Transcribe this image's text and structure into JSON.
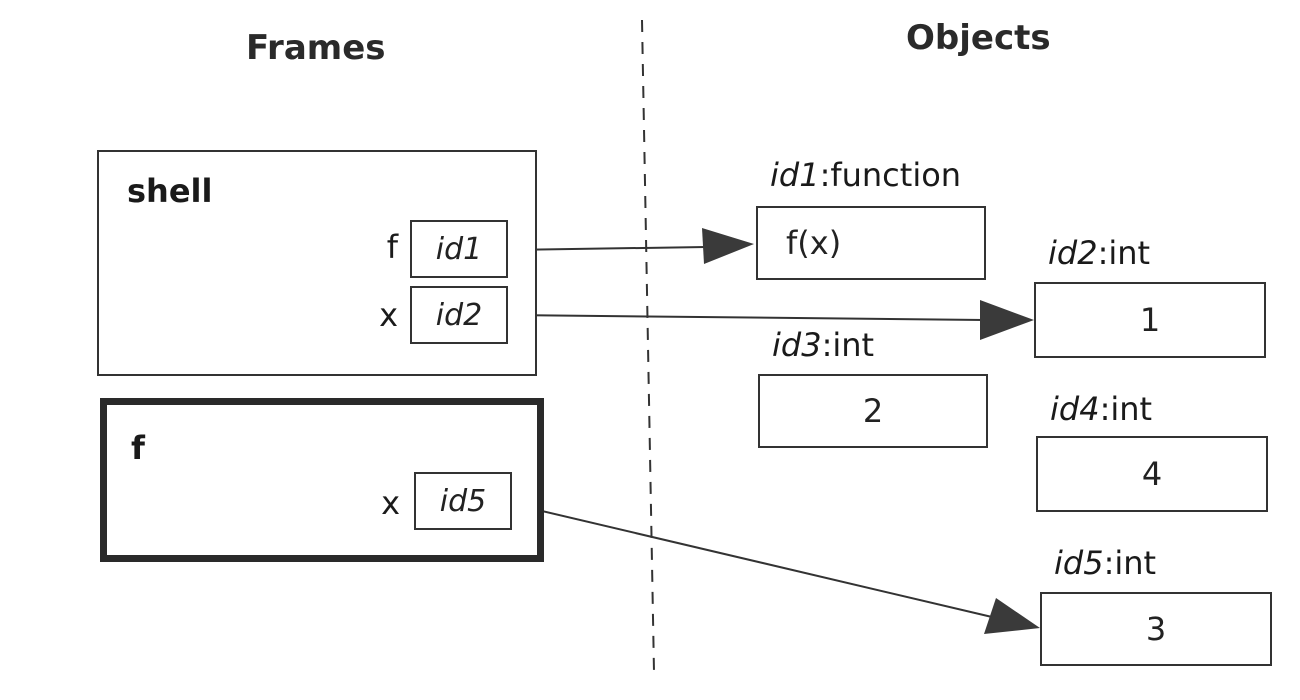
{
  "headings": {
    "frames": "Frames",
    "objects": "Objects"
  },
  "frames": [
    {
      "name": "shell",
      "active": false,
      "vars": [
        {
          "name": "f",
          "ref": "id1"
        },
        {
          "name": "x",
          "ref": "id2"
        }
      ]
    },
    {
      "name": "f",
      "active": true,
      "vars": [
        {
          "name": "x",
          "ref": "id5"
        }
      ]
    }
  ],
  "objects": [
    {
      "id": "id1",
      "type": ":function",
      "value": "f(x)"
    },
    {
      "id": "id2",
      "type": ":int",
      "value": "1"
    },
    {
      "id": "id3",
      "type": ":int",
      "value": "2"
    },
    {
      "id": "id4",
      "type": ":int",
      "value": "4"
    },
    {
      "id": "id5",
      "type": ":int",
      "value": "3"
    }
  ],
  "colors": {
    "line": "#333333",
    "arrowhead": "#3a3a3a"
  }
}
